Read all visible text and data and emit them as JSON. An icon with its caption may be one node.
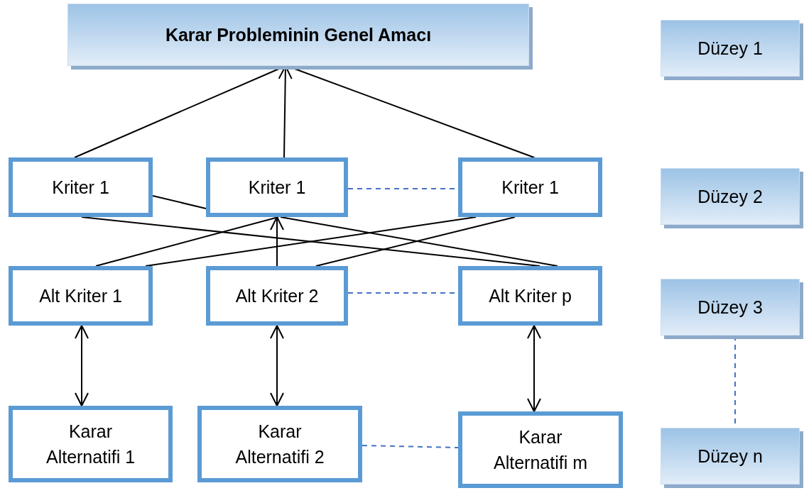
{
  "diagram": {
    "nodes": [
      {
        "text": [
          "Karar Probleminin Genel Amacı"
        ]
      },
      {
        "text": [
          "Kriter 1"
        ]
      },
      {
        "text": [
          "Kriter 1"
        ]
      },
      {
        "text": [
          "Kriter 1"
        ]
      },
      {
        "text": [
          "Alt Kriter 1"
        ]
      },
      {
        "text": [
          "Alt Kriter 2"
        ]
      },
      {
        "text": [
          "Alt Kriter p"
        ]
      },
      {
        "text": [
          "Karar Alternatifi 1"
        ]
      },
      {
        "text": [
          "Karar Alternatifi 2"
        ]
      },
      {
        "text": [
          "Karar Alternatifi m"
        ]
      },
      {
        "text": [
          "Düzey 1"
        ]
      },
      {
        "text": [
          "Düzey 2"
        ]
      },
      {
        "text": [
          "Düzey 3"
        ]
      },
      {
        "text": [
          "Düzey n"
        ]
      }
    ],
    "edges": [
      {
        "from": 1,
        "to": 0,
        "arrow": "none"
      },
      {
        "from": 2,
        "to": 0,
        "arrow": "to"
      },
      {
        "from": 3,
        "to": 0,
        "arrow": "none"
      },
      {
        "from": 1,
        "to": 2,
        "arrow": "none"
      },
      {
        "from": 2,
        "to": 3,
        "arrow": "none",
        "style": "dashed",
        "color": "#4472c4"
      },
      {
        "from": 4,
        "to": 2,
        "arrow": "none"
      },
      {
        "from": 5,
        "to": 2,
        "arrow": "to"
      },
      {
        "from": 6,
        "to": 2,
        "arrow": "none"
      },
      {
        "from": 6,
        "to": 1,
        "arrow": "none"
      },
      {
        "from": 4,
        "to": 3,
        "arrow": "none"
      },
      {
        "from": 5,
        "to": 3,
        "arrow": "none"
      },
      {
        "from": 5,
        "to": 6,
        "arrow": "none",
        "style": "dashed",
        "color": "#4472c4"
      },
      {
        "from": 7,
        "to": 4,
        "arrow": "both"
      },
      {
        "from": 8,
        "to": 5,
        "arrow": "both"
      },
      {
        "from": 9,
        "to": 6,
        "arrow": "both"
      },
      {
        "from": 8,
        "to": 9,
        "arrow": "none",
        "style": "dashed",
        "color": "#4472c4"
      },
      {
        "from": 12,
        "to": 13,
        "arrow": "none",
        "style": "dashed",
        "color": "#4472c4"
      }
    ]
  }
}
